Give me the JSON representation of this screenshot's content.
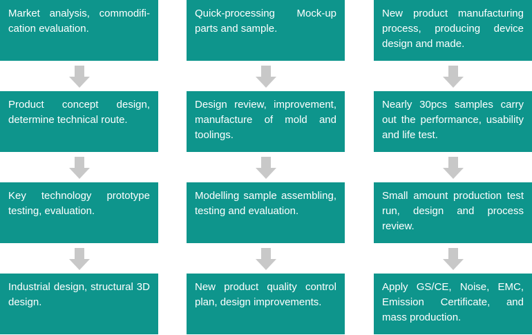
{
  "columns": [
    {
      "steps": [
        "Market analysis, commodifi-cation evaluation.",
        "Product concept design, determine technical route.",
        "Key technology prototype testing, evaluation.",
        "Industrial design, structural 3D design."
      ]
    },
    {
      "steps": [
        "Quick-processing Mock-up parts and sample.",
        "Design review, improvement, manufacture of mold and toolings.",
        "Modelling sample assembling, testing and evaluation.",
        "New product quality control plan, design improvements."
      ]
    },
    {
      "steps": [
        "New product manufacturing process, producing device design and made.",
        "Nearly 30pcs samples carry out the performance, usability and life test.",
        "Small amount production test run, design and process review.",
        "Apply GS/CE, Noise, EMC, Emission Certificate, and mass production."
      ]
    }
  ],
  "colors": {
    "box_fill": "#0e958c",
    "box_text": "#ffffff",
    "arrow": "#c8c8c8"
  },
  "icons": {
    "connector": "down-arrow-icon"
  }
}
